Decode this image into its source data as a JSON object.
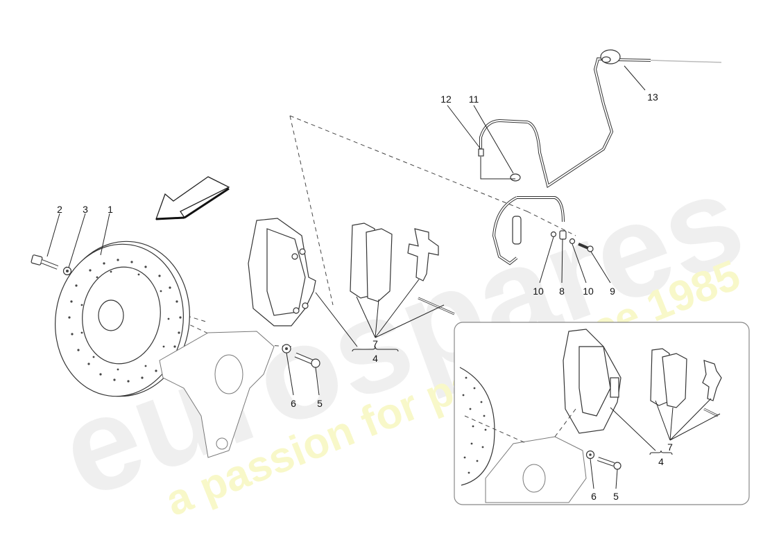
{
  "diagram": {
    "subject": "Front brake assembly exploded view",
    "watermark": {
      "brand_text": "eurospares",
      "tagline": "a passion for parts since 1985",
      "brand_color": "#e6e6e6",
      "tagline_color": "#f7f7b0"
    },
    "direction_arrow": {
      "icon": "direction-arrow-icon"
    },
    "callouts": [
      {
        "id": "1",
        "label": "1",
        "part": "brake-disc"
      },
      {
        "id": "2",
        "label": "2",
        "part": "disc-bolt"
      },
      {
        "id": "3",
        "label": "3",
        "part": "disc-washer"
      },
      {
        "id": "4",
        "label": "4",
        "part": "caliper-assembly"
      },
      {
        "id": "5",
        "label": "5",
        "part": "caliper-bolt"
      },
      {
        "id": "6",
        "label": "6",
        "part": "caliper-washer"
      },
      {
        "id": "7",
        "label": "7",
        "part": "pad-kit"
      },
      {
        "id": "8",
        "label": "8",
        "part": "banjo-fitting"
      },
      {
        "id": "9",
        "label": "9",
        "part": "banjo-bolt"
      },
      {
        "id": "10a",
        "label": "10",
        "part": "sealing-washer"
      },
      {
        "id": "10b",
        "label": "10",
        "part": "sealing-washer"
      },
      {
        "id": "11",
        "label": "11",
        "part": "hose-clip"
      },
      {
        "id": "12",
        "label": "12",
        "part": "brake-line-fitting"
      },
      {
        "id": "13",
        "label": "13",
        "part": "brake-pipe-grommet"
      }
    ],
    "inset": {
      "callouts": [
        {
          "id": "i7",
          "label": "7"
        },
        {
          "id": "i4",
          "label": "4"
        },
        {
          "id": "i6",
          "label": "6"
        },
        {
          "id": "i5",
          "label": "5"
        }
      ]
    }
  }
}
